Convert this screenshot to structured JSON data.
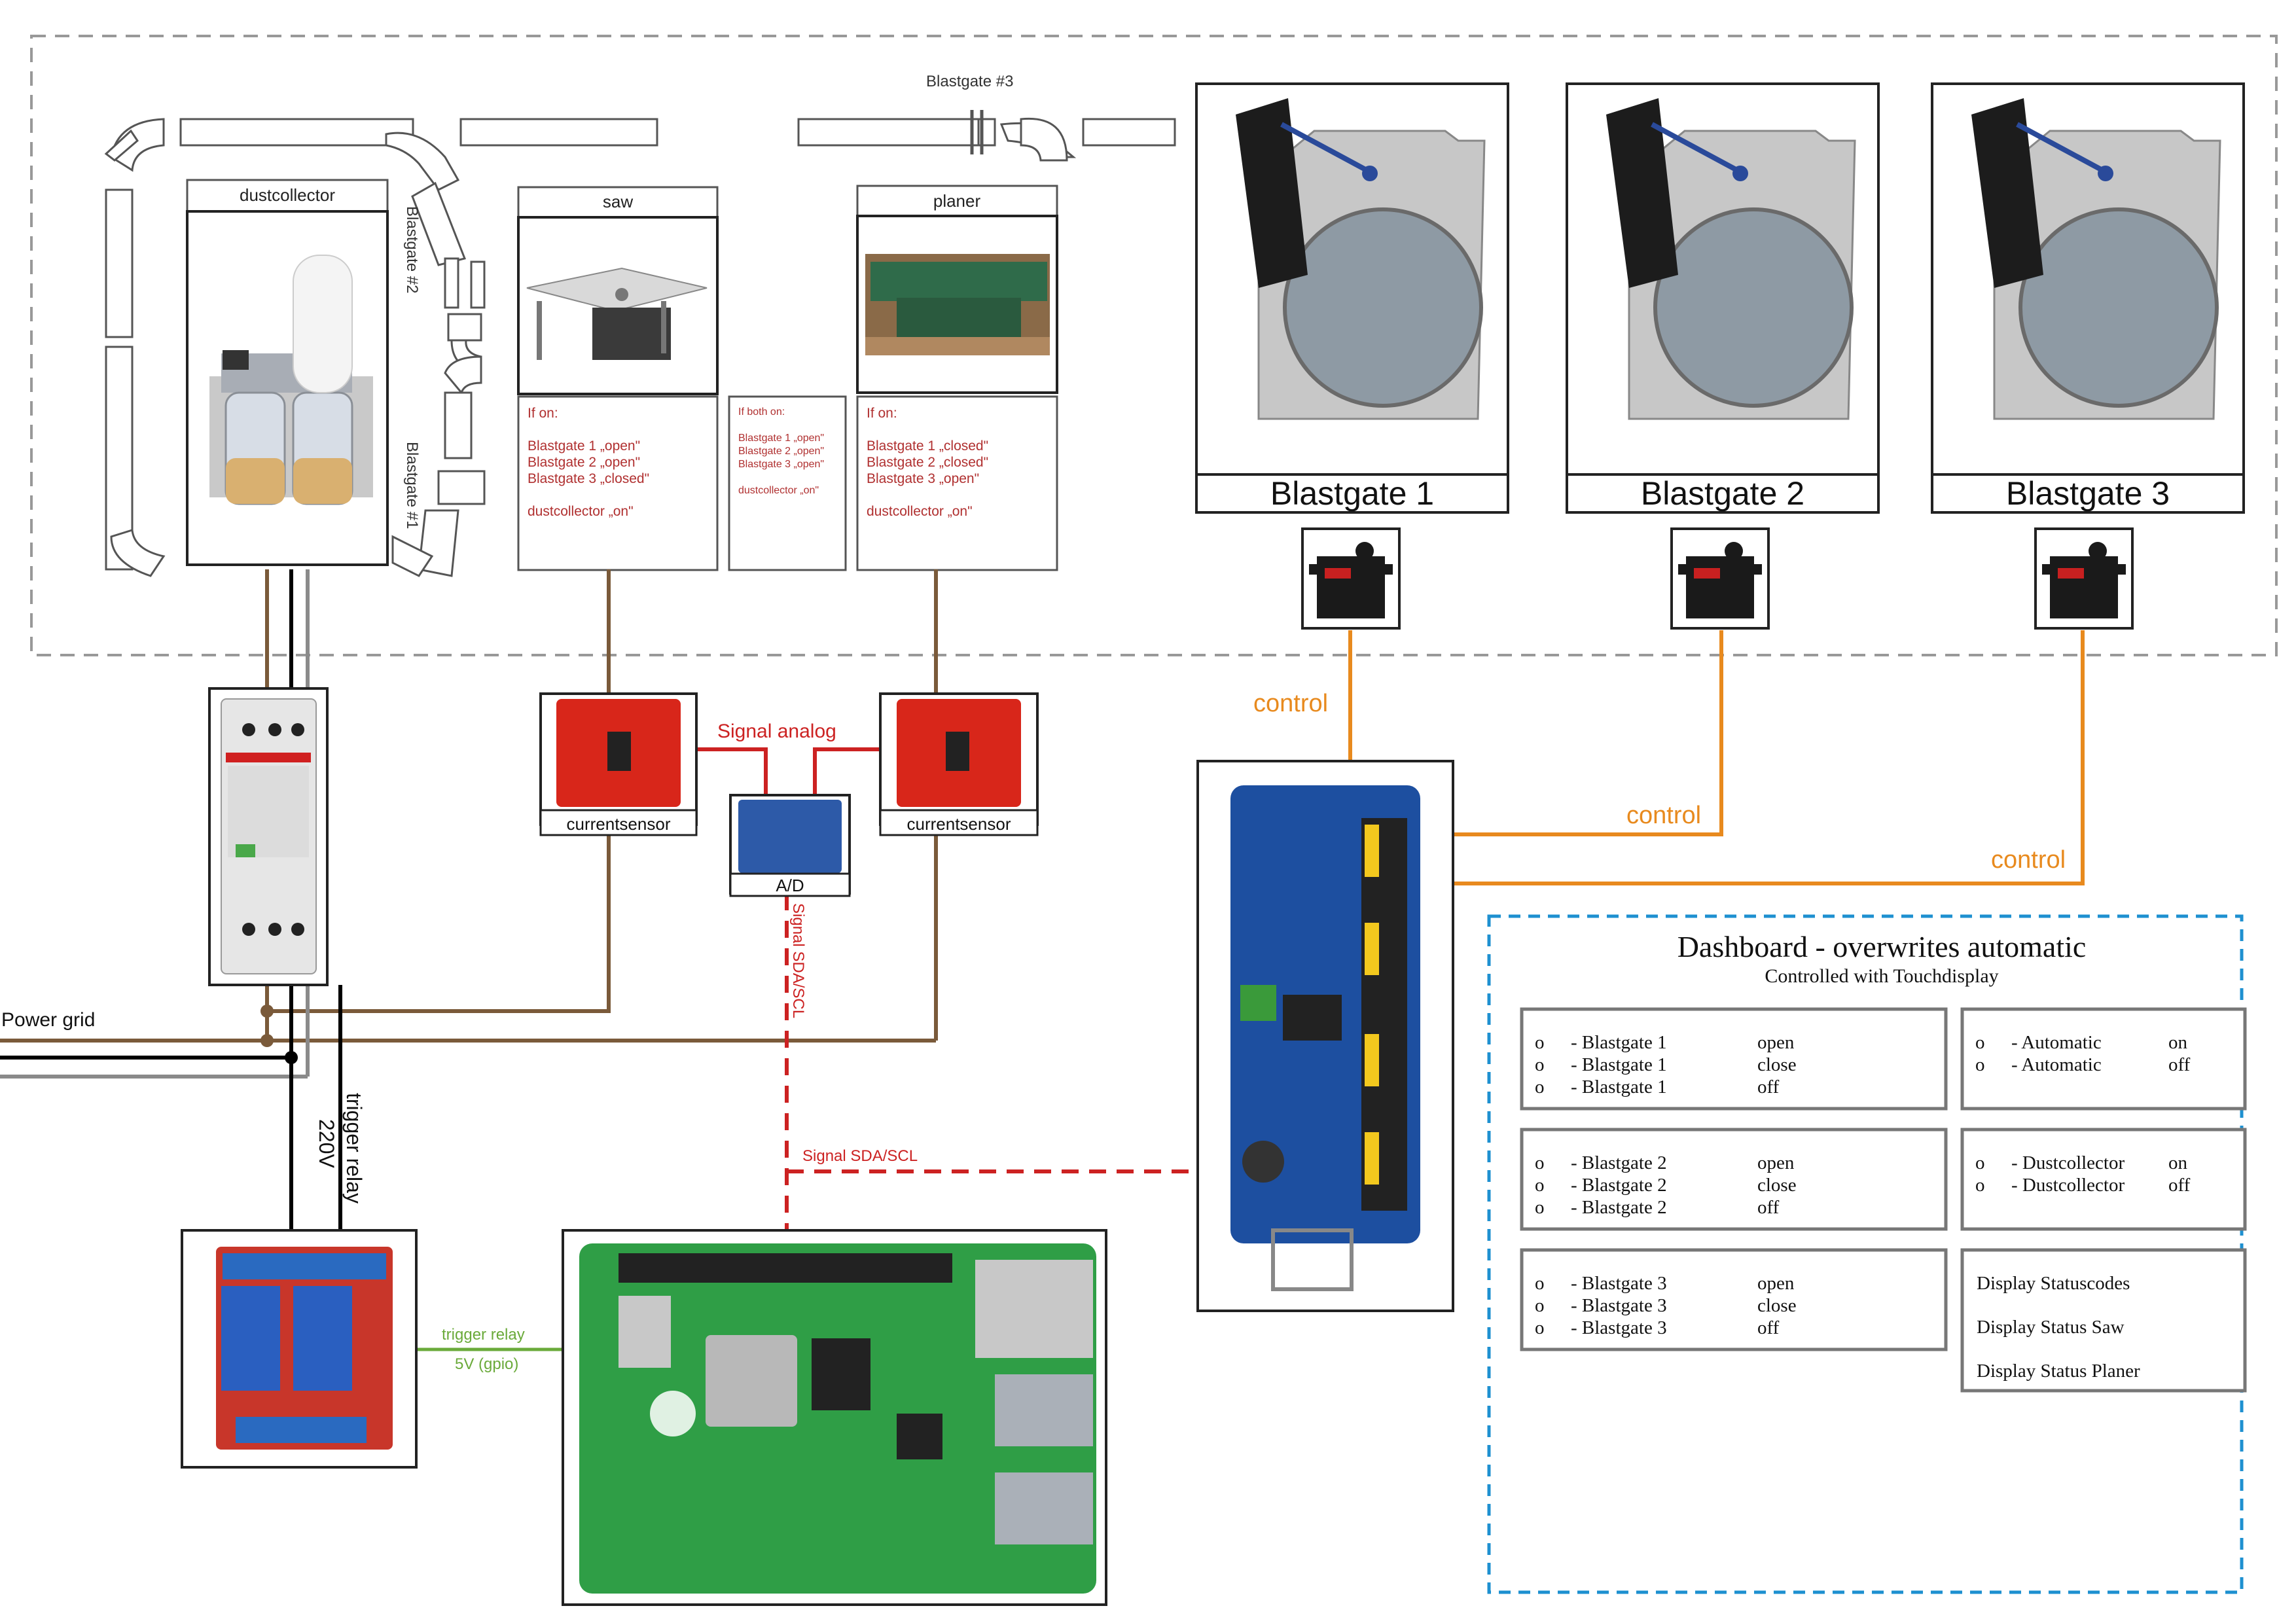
{
  "labels": {
    "dustcollector": "dustcollector",
    "saw": "saw",
    "planer": "planer",
    "blastgate_top": "Blastgate #3",
    "blastgate_v2": "Blastgate #2",
    "blastgate_v1": "Blastgate #1",
    "bg1": "Blastgate 1",
    "bg2": "Blastgate 2",
    "bg3": "Blastgate 3",
    "currentsensor_left": "currentsensor",
    "currentsensor_right": "currentsensor",
    "ad": "A/D",
    "signal_analog": "Signal analog",
    "signal_sda_v": "Signal SDA/SCL",
    "signal_sda_h": "Signal SDA/SCL",
    "control_1": "control",
    "control_2": "control",
    "control_3": "control",
    "power_grid": "Power grid",
    "trigger_relay_v": "trigger relay",
    "v220": "220V",
    "trigger_relay_h": "trigger relay",
    "gpio": "5V (gpio)"
  },
  "logic": {
    "saw": [
      "If on:",
      "",
      "Blastgate 1 „open\"",
      "Blastgate 2 „open\"",
      "Blastgate 3 „closed\"",
      "",
      "dustcollector „on\""
    ],
    "both": [
      "If both on:",
      "",
      "Blastgate 1 „open\"",
      "Blastgate 2 „open\"",
      "Blastgate 3 „open\"",
      "",
      "dustcollector „on\""
    ],
    "planer": [
      "If on:",
      "",
      "Blastgate 1 „closed\"",
      "Blastgate 2 „closed\"",
      "Blastgate 3 „open\"",
      "",
      "dustcollector „on\""
    ]
  },
  "dashboard": {
    "title": "Dashboard - overwrites automatic",
    "subtitle": "Controlled with Touchdisplay",
    "bg1_rows": [
      {
        "name": "- Blastgate 1",
        "state": "open"
      },
      {
        "name": "- Blastgate 1",
        "state": "close"
      },
      {
        "name": "- Blastgate 1",
        "state": "off"
      }
    ],
    "bg2_rows": [
      {
        "name": "- Blastgate 2",
        "state": "open"
      },
      {
        "name": "- Blastgate 2",
        "state": "close"
      },
      {
        "name": "- Blastgate 2",
        "state": "off"
      }
    ],
    "bg3_rows": [
      {
        "name": "- Blastgate 3",
        "state": "open"
      },
      {
        "name": "- Blastgate 3",
        "state": "close"
      },
      {
        "name": "- Blastgate 3",
        "state": "off"
      }
    ],
    "auto_rows": [
      {
        "name": "- Automatic",
        "state": "on"
      },
      {
        "name": "- Automatic",
        "state": "off"
      }
    ],
    "dust_rows": [
      {
        "name": "- Dustcollector",
        "state": "on"
      },
      {
        "name": "- Dustcollector",
        "state": "off"
      }
    ],
    "status": [
      "Display Statuscodes",
      "Display Status Saw",
      "Display Status Planer"
    ],
    "bullet": "o"
  },
  "colors": {
    "brown": "#7a5a3a",
    "orange": "#e88a1e",
    "red": "#cc2222",
    "green": "#6aaa3a",
    "blue_dash": "#1e90d0",
    "gray_dash": "#999999",
    "logic_text": "#b03030"
  },
  "images": {
    "dustcollector": "dust-collector-photo",
    "saw": "table-saw-photo",
    "planer": "planer-photo",
    "blastgate": "blastgate-photo",
    "servo": "servo-photo",
    "contactor": "contactor-photo",
    "currentsensor": "current-sensor-photo",
    "adc": "adc-board-photo",
    "relay": "relay-board-photo",
    "pca": "pca9685-board-photo",
    "pi": "raspberry-pi-photo"
  }
}
